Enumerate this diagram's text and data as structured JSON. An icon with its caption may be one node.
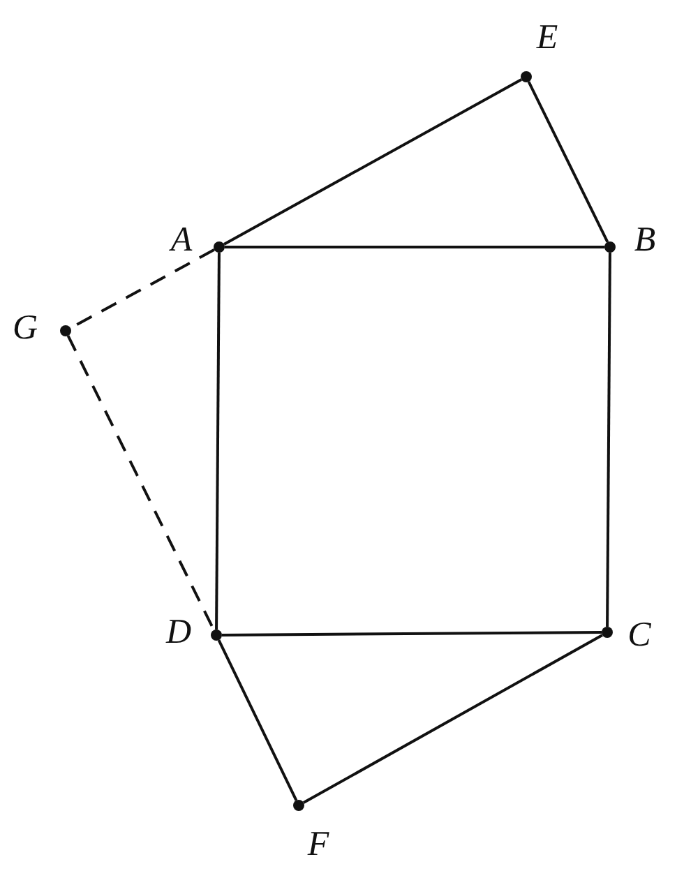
{
  "diagram": {
    "nodes": [
      {
        "text": [
          "A"
        ]
      },
      {
        "text": [
          "B"
        ]
      },
      {
        "text": [
          "C"
        ]
      },
      {
        "text": [
          "D"
        ]
      },
      {
        "text": [
          "E"
        ]
      },
      {
        "text": [
          "F"
        ]
      },
      {
        "text": [
          "G"
        ]
      }
    ],
    "edges": [
      {
        "from": 0,
        "to": 4,
        "arrow": "none"
      },
      {
        "from": 4,
        "to": 1,
        "arrow": "none"
      },
      {
        "from": 0,
        "to": 1,
        "arrow": "none"
      },
      {
        "from": 1,
        "to": 2,
        "arrow": "none"
      },
      {
        "from": 2,
        "to": 3,
        "arrow": "none"
      },
      {
        "from": 3,
        "to": 0,
        "arrow": "none"
      },
      {
        "from": 3,
        "to": 5,
        "arrow": "none"
      },
      {
        "from": 5,
        "to": 2,
        "arrow": "none"
      },
      {
        "from": 0,
        "to": 6,
        "arrow": "none",
        "style": "dashed"
      },
      {
        "from": 6,
        "to": 3,
        "arrow": "none",
        "style": "dashed"
      }
    ]
  }
}
